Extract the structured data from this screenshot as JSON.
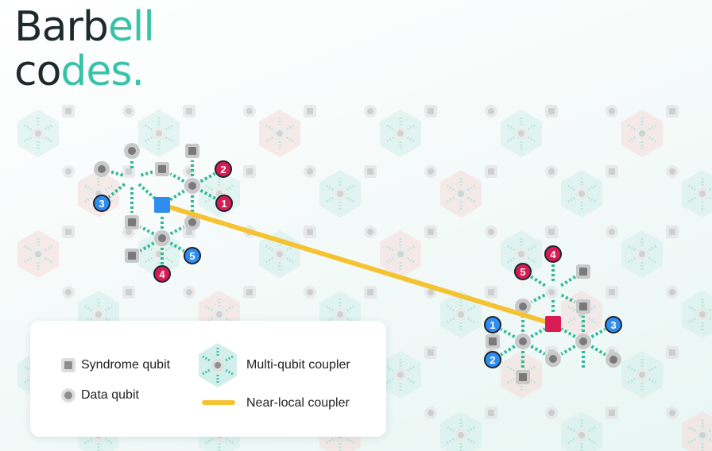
{
  "title": {
    "line1_dark": "Barb",
    "line1_teal": "ell",
    "line2_dark": "co",
    "line2_teal": "des."
  },
  "colors": {
    "text_dark": "#1e2a2a",
    "accent_teal": "#38c3a9",
    "hex_teal_fill": "#d3efeb",
    "hex_pink_fill": "#f6dcdb",
    "syndrome_gray": "#8e8e8e",
    "data_gray": "#8e8e8e",
    "near_local_coupler": "#f5c232",
    "blue_node": "#2f8df0",
    "red_node": "#d81b52"
  },
  "nodes": {
    "left_syndrome_color": "blue",
    "right_syndrome_color": "red"
  },
  "badges": {
    "left": [
      "1",
      "2",
      "3",
      "4",
      "5"
    ],
    "right": [
      "1",
      "2",
      "3",
      "4",
      "5"
    ]
  },
  "legend": {
    "syndrome_label": "Syndrome qubit",
    "data_label": "Data qubit",
    "coupler_label": "Multi-qubit coupler",
    "near_local_label": "Near-local coupler"
  },
  "icons": {
    "syndrome": "square-icon",
    "data": "circle-icon",
    "coupler": "hexagon-icon",
    "near_local": "line-icon"
  }
}
